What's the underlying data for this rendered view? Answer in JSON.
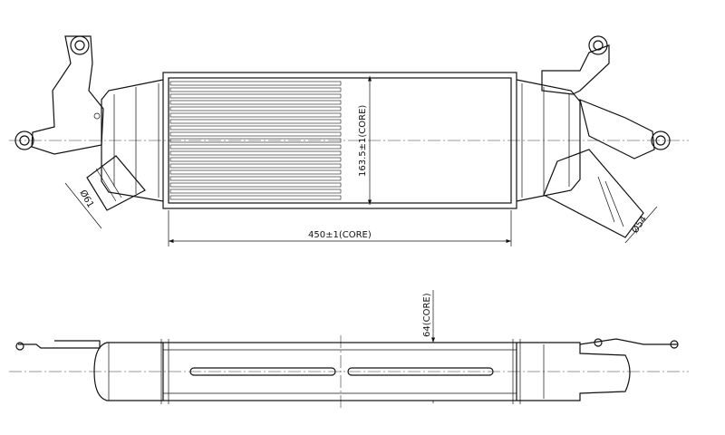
{
  "drawing": {
    "top_view": {
      "core_height_label": "163.5±1(CORE)",
      "core_width_label": "450±1(CORE)",
      "inlet_diameter_label": "Ø61",
      "outlet_diameter_label": "Ø54"
    },
    "side_view": {
      "core_thickness_label": "64(CORE)"
    }
  }
}
